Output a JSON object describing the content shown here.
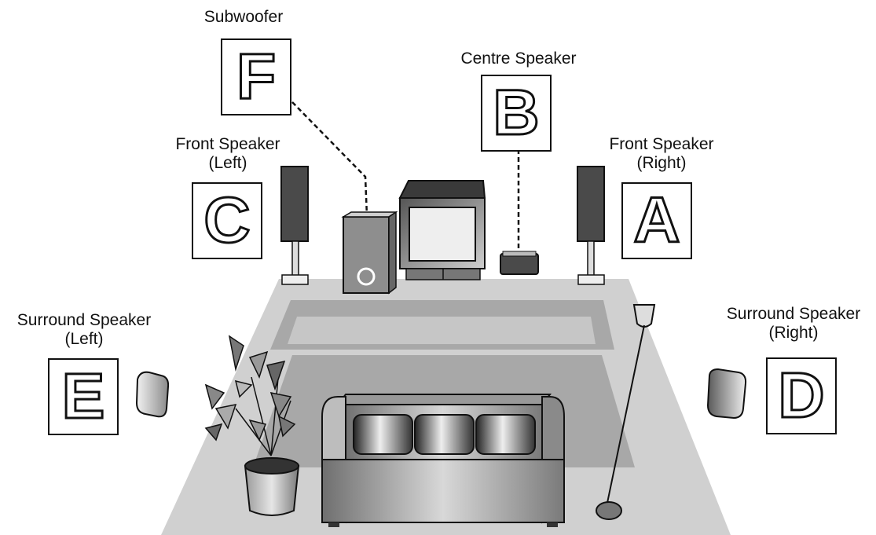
{
  "labels": {
    "subwoofer": "Subwoofer",
    "centre": "Centre Speaker",
    "front_left_1": "Front Speaker",
    "front_left_2": "(Left)",
    "front_right_1": "Front Speaker",
    "front_right_2": "(Right)",
    "surround_left_1": "Surround Speaker",
    "surround_left_2": "(Left)",
    "surround_right_1": "Surround Speaker",
    "surround_right_2": "(Right)"
  },
  "letters": {
    "subwoofer": "F",
    "centre": "B",
    "front_left": "C",
    "front_right": "A",
    "surround_left": "E",
    "surround_right": "D"
  },
  "colors": {
    "ink": "#111111",
    "floor": "#cfcfcf",
    "rug": "#a9a9a9",
    "speaker": "#4a4a4a"
  }
}
